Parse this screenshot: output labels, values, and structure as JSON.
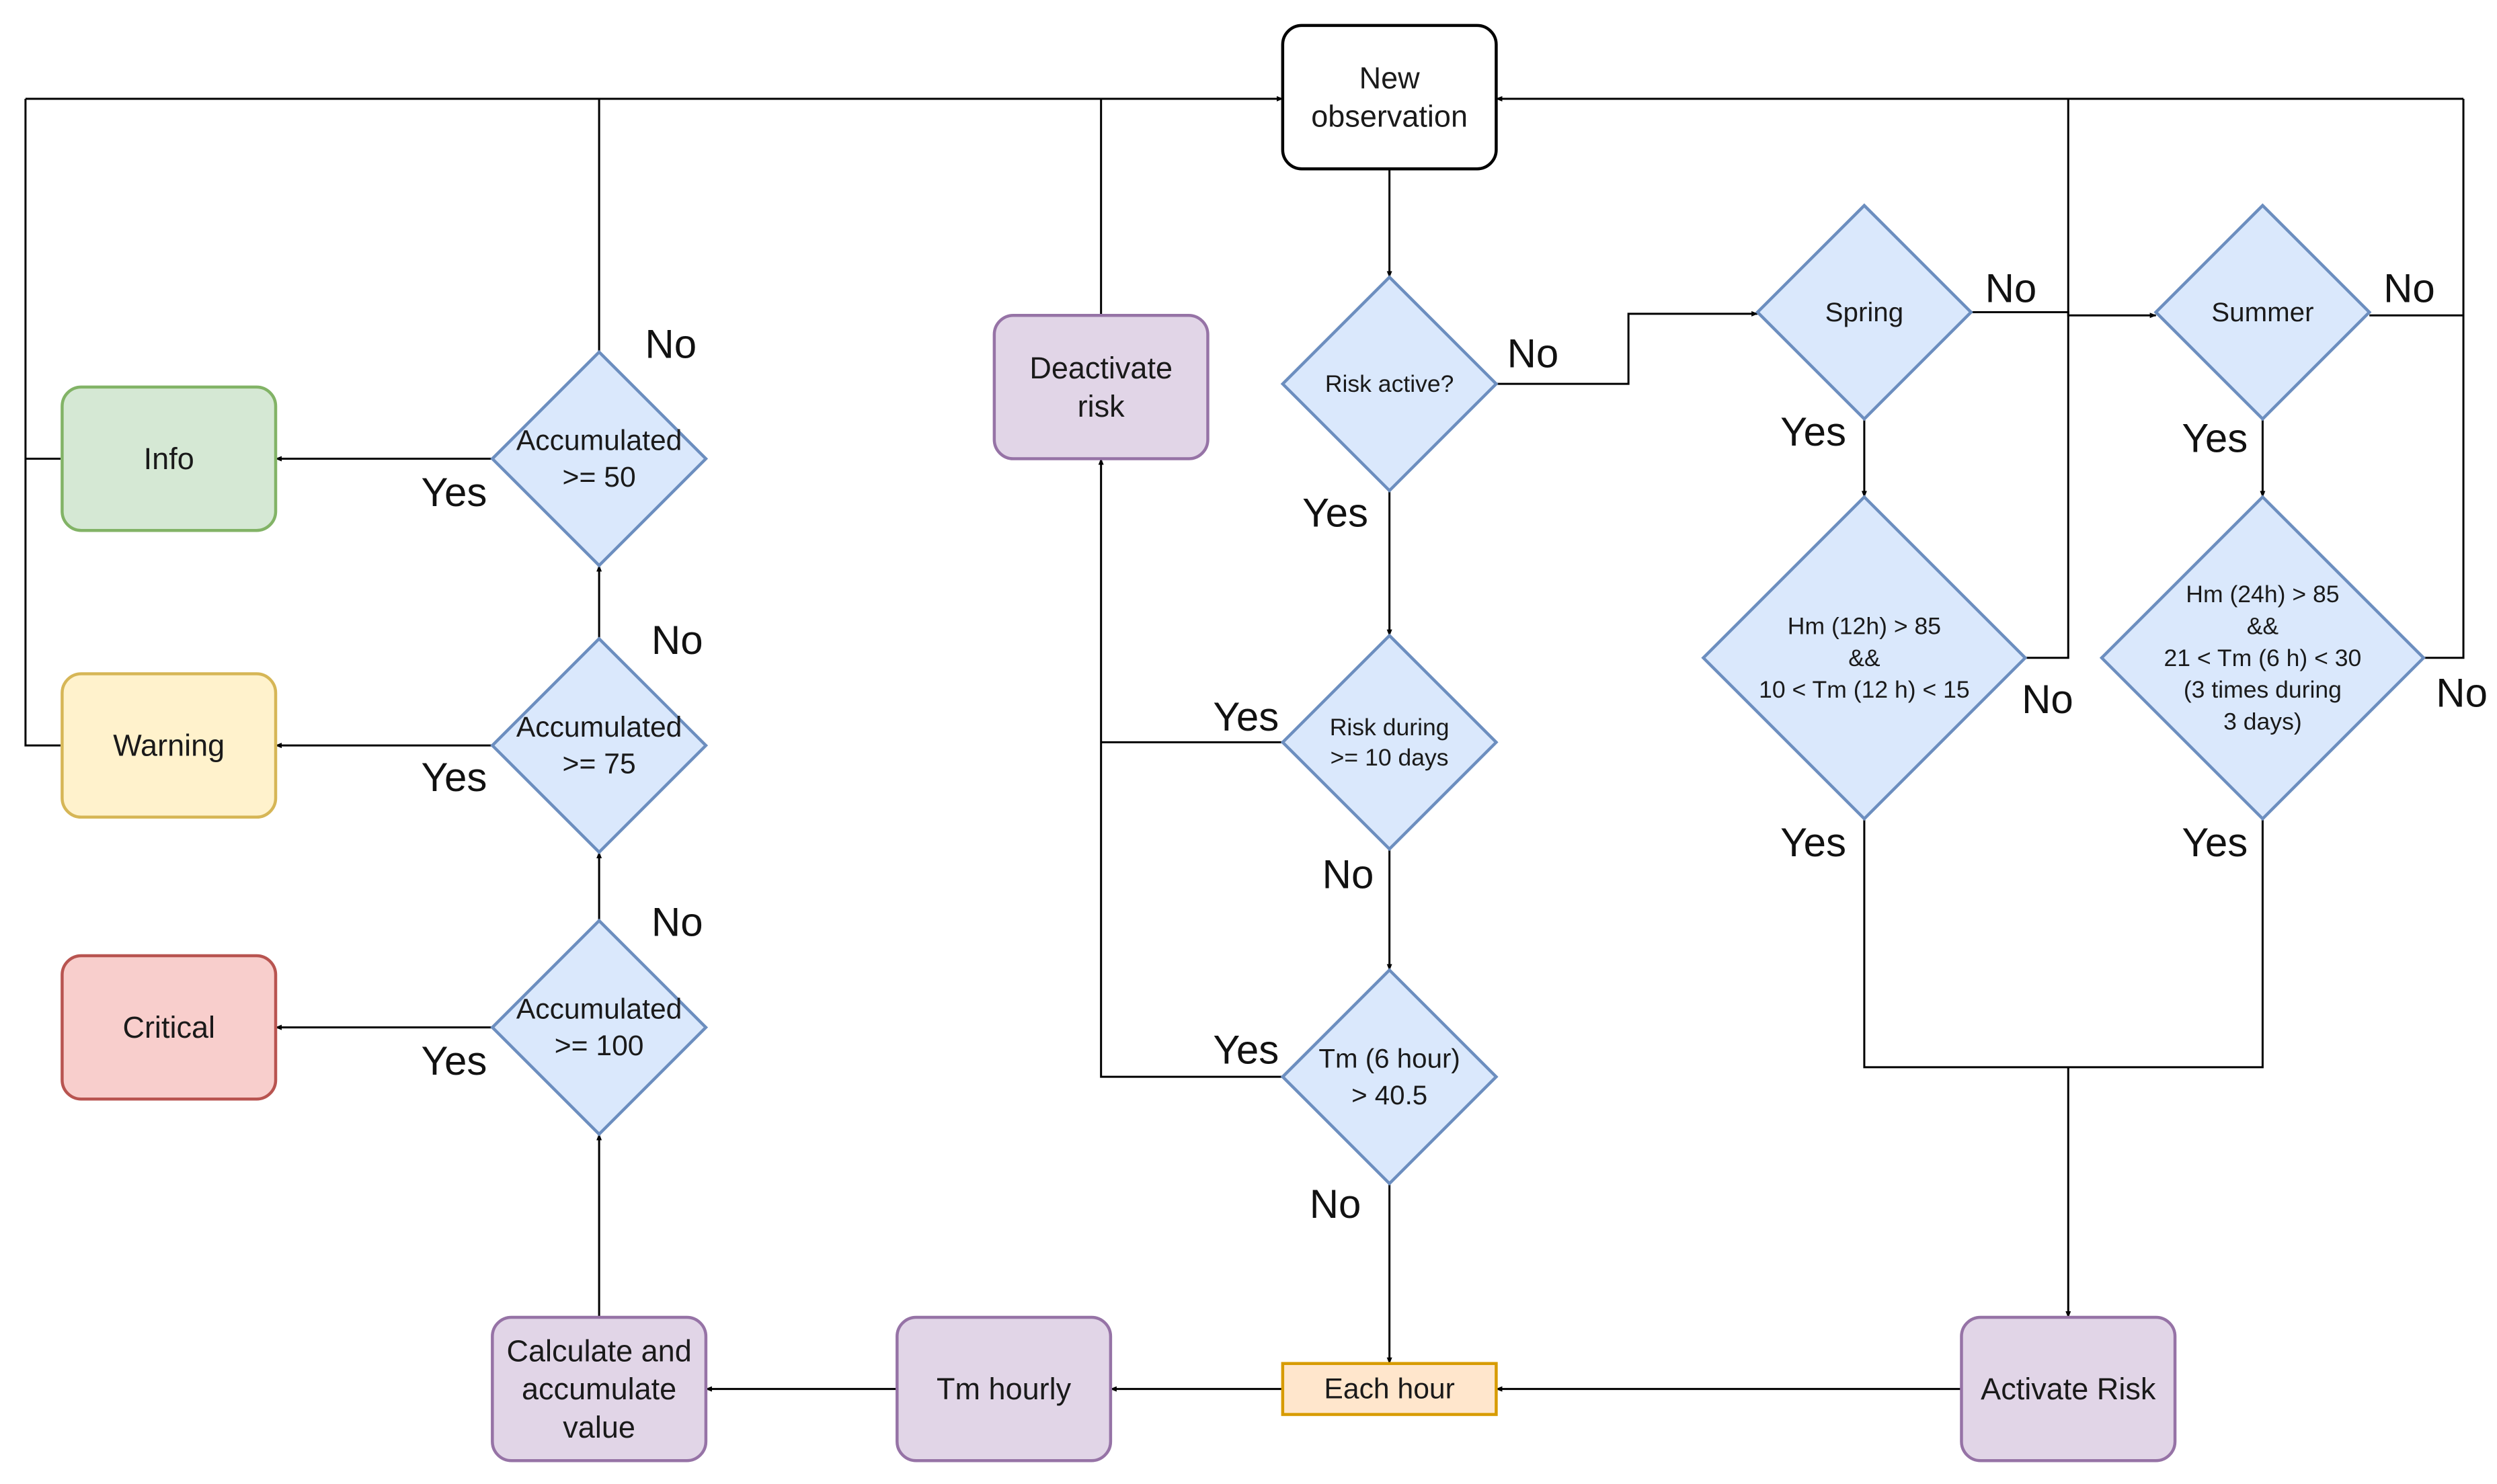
{
  "colors": {
    "decision_fill": "#dae8fc",
    "decision_stroke": "#6c8ebf",
    "process_fill": "#e1d5e7",
    "process_stroke": "#9673a6",
    "start_fill": "#ffffff",
    "start_stroke": "#000000",
    "timer_fill": "#ffe6cc",
    "timer_stroke": "#d79b00",
    "info_fill": "#d5e8d4",
    "info_stroke": "#82b366",
    "warning_fill": "#fff2cc",
    "warning_stroke": "#d6b656",
    "critical_fill": "#f8cecc",
    "critical_stroke": "#b85450",
    "edge": "#000000"
  },
  "nodes": {
    "new_observation": [
      "New",
      "observation"
    ],
    "risk_active": [
      "Risk active?"
    ],
    "risk_during": [
      "Risk during",
      ">= 10 days"
    ],
    "tm_6hour": [
      "Tm (6 hour)",
      "> 40.5"
    ],
    "deactivate_risk": [
      "Deactivate",
      "risk"
    ],
    "spring": [
      "Spring"
    ],
    "summer": [
      "Summer"
    ],
    "spring_condition": [
      "Hm (12h) > 85",
      "&&",
      "10 < Tm (12 h) < 15"
    ],
    "summer_condition": [
      "Hm (24h) > 85",
      "&&",
      "21 < Tm (6 h) < 30",
      "(3 times during",
      "3 days)"
    ],
    "activate_risk": [
      "Activate Risk"
    ],
    "each_hour": [
      "Each hour"
    ],
    "tm_hourly": [
      "Tm hourly"
    ],
    "calculate": [
      "Calculate and",
      "accumulate",
      "value"
    ],
    "accumulated_100": [
      "Accumulated",
      ">= 100"
    ],
    "accumulated_75": [
      "Accumulated",
      ">= 75"
    ],
    "accumulated_50": [
      "Accumulated",
      ">= 50"
    ],
    "info": [
      "Info"
    ],
    "warning": [
      "Warning"
    ],
    "critical": [
      "Critical"
    ]
  },
  "edge_labels": {
    "risk_active_no": "No",
    "risk_active_yes": "Yes",
    "risk_during_yes": "Yes",
    "risk_during_no": "No",
    "tm_6hour_yes": "Yes",
    "tm_6hour_no": "No",
    "spring_no": "No",
    "spring_yes": "Yes",
    "summer_no": "No",
    "summer_yes": "Yes",
    "spring_condition_no": "No",
    "spring_condition_yes": "Yes",
    "summer_condition_no": "No",
    "summer_condition_yes": "Yes",
    "accumulated_50_no": "No",
    "accumulated_50_yes": "Yes",
    "accumulated_75_no": "No",
    "accumulated_75_yes": "Yes",
    "accumulated_100_no": "No",
    "accumulated_100_yes": "Yes"
  }
}
